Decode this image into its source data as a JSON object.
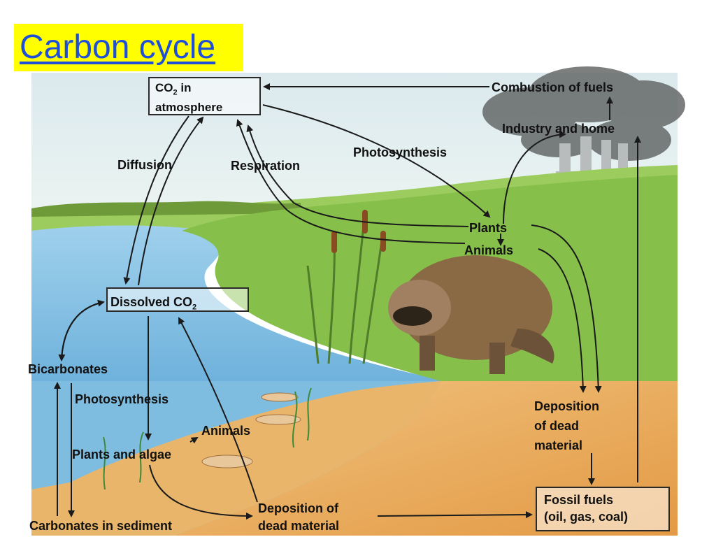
{
  "slide": {
    "title": "Carbon cycle"
  },
  "colors": {
    "title_bg": "#ffff00",
    "title_text": "#1f4ed8",
    "sky": "#d8ecf4",
    "grass": "#8cc04a",
    "water": "#8ec6e6",
    "sediment": "#e6a64f",
    "arrow": "#1a1a1a"
  },
  "diagram": {
    "co2_atmosphere": {
      "line1": "CO",
      "sub": "2",
      "line2": " in",
      "line3": "atmosphere"
    },
    "combustion": "Combustion of fuels",
    "industry": "Industry and home",
    "photosynthesis_land": "Photosynthesis",
    "diffusion": "Diffusion",
    "respiration": "Respiration",
    "plants": "Plants",
    "animals_land": "Animals",
    "dissolved_co2": {
      "text": "Dissolved CO",
      "sub": "2"
    },
    "bicarbonates": "Bicarbonates",
    "photosynthesis_water": "Photosynthesis",
    "animals_water": "Animals",
    "plants_algae": "Plants and algae",
    "deposition_land": {
      "line1": "Deposition",
      "line2": "of dead",
      "line3": "material"
    },
    "fossil_fuels": {
      "line1": "Fossil fuels",
      "line2": "(oil, gas, coal)"
    },
    "deposition_water": {
      "line1": "Deposition of",
      "line2": "dead material"
    },
    "carbonates": "Carbonates in sediment"
  }
}
